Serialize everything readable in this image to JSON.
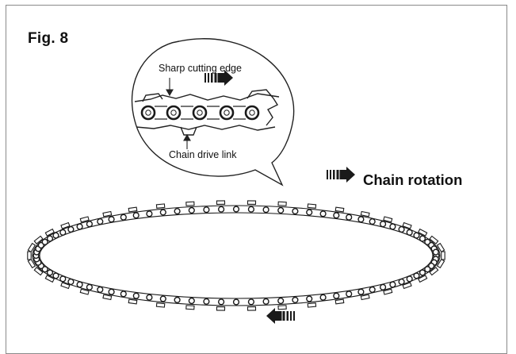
{
  "figure": {
    "title": "Fig. 8"
  },
  "callout": {
    "sharp_edge_label": "Sharp cutting edge",
    "drive_link_label": "Chain drive link"
  },
  "legend": {
    "rotation_label": "Chain rotation"
  },
  "icons": {
    "rotation_arrow": "striped-right-arrow-icon",
    "callout_arrow": "striped-right-arrow-icon",
    "bottom_arrow": "striped-left-arrow-icon"
  },
  "colors": {
    "ink": "#1a1a1a",
    "frame": "#8a8a8a",
    "background": "#ffffff"
  }
}
